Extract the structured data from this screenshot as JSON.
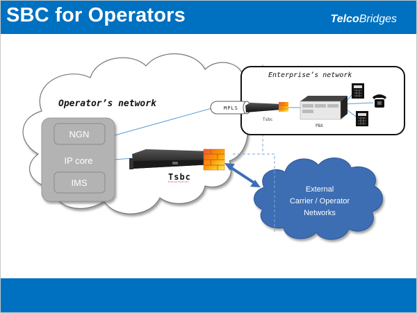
{
  "slide": {
    "title": "SBC for Operators",
    "brand": {
      "part1": "Telco",
      "part2": "Bridges"
    },
    "colors": {
      "header": "#0070c0",
      "footer": "#0070c0",
      "external_cloud": "#3d6eb3",
      "core_box": "#b3b3b3",
      "link_line": "#5b9bd5"
    }
  },
  "diagram": {
    "operator_network": {
      "label": "Operator’s network",
      "ip_core": {
        "label": "IP core",
        "items": [
          "NGN",
          "IMS"
        ]
      },
      "sbc": {
        "label": "Tsbc",
        "icon": "server-rack-icon",
        "firewall_icon": "firewall-icon"
      }
    },
    "enterprise_network": {
      "label": "Enterprise’s network",
      "sbc": {
        "label": "Tsbc"
      },
      "pbx": {
        "label": "PBX"
      },
      "phones": [
        "desk-phone-icon",
        "classic-phone-icon",
        "desk-phone-icon"
      ]
    },
    "mpls": {
      "label": "MPLS"
    },
    "external": {
      "lines": [
        "External",
        "Carrier / Operator",
        "Networks"
      ]
    }
  }
}
